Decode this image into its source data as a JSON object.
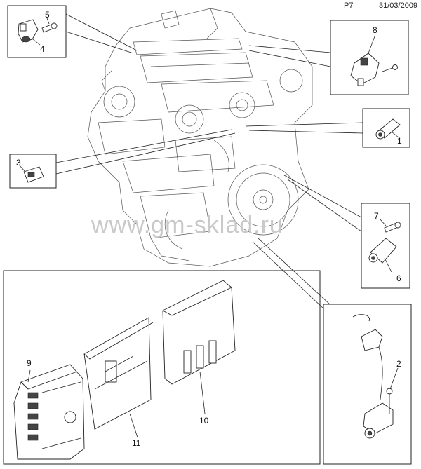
{
  "header": {
    "page": "P7",
    "date": "31/03/2009"
  },
  "watermark": "www.gm-sklad.ru",
  "callouts": [
    {
      "id": "c1",
      "text": "1"
    },
    {
      "id": "c2",
      "text": "2"
    },
    {
      "id": "c3",
      "text": "3"
    },
    {
      "id": "c4",
      "text": "4"
    },
    {
      "id": "c5",
      "text": "5"
    },
    {
      "id": "c6",
      "text": "6"
    },
    {
      "id": "c7",
      "text": "7"
    },
    {
      "id": "c8",
      "text": "8"
    },
    {
      "id": "c9",
      "text": "9"
    },
    {
      "id": "c10",
      "text": "10"
    },
    {
      "id": "c11",
      "text": "11"
    }
  ]
}
